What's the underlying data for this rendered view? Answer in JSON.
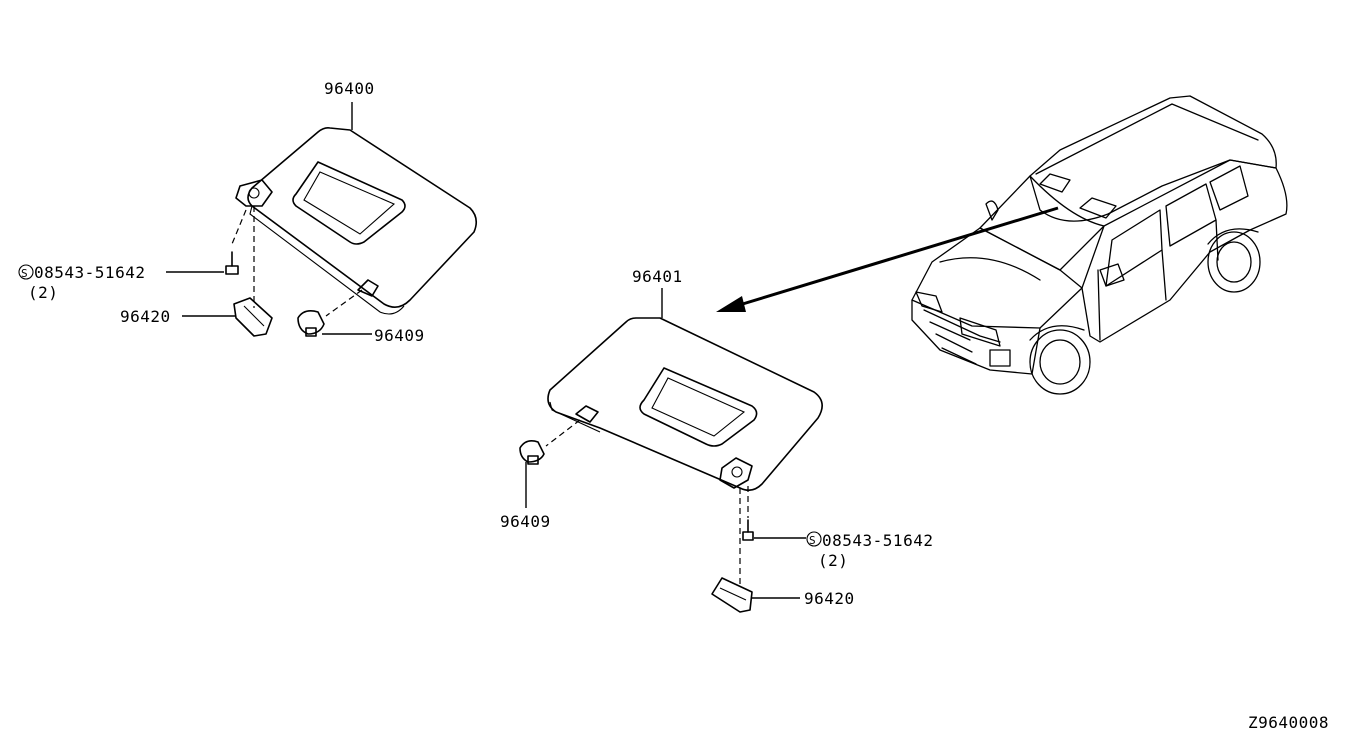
{
  "labels": {
    "visor_left": "96400",
    "visor_right": "96401",
    "screw_left": "08543-51642",
    "screw_left_qty": "(2)",
    "screw_right": "08543-51642",
    "screw_right_qty": "(2)",
    "holder_left": "96420",
    "holder_right": "96420",
    "clip_left": "96409",
    "clip_right": "96409",
    "diagram_code": "Z9640008"
  }
}
